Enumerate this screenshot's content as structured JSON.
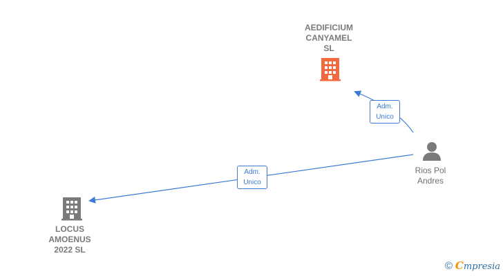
{
  "nodes": {
    "company_top": {
      "name": "AEDIFICIUM\nCANYAMEL\nSL",
      "icon": "building-icon",
      "color": "#f26a3d"
    },
    "company_left": {
      "name": "LOCUS\nAMOENUS\n2022  SL",
      "icon": "building-icon",
      "color": "#7a7a7a"
    },
    "person": {
      "name": "Rios Pol\nAndres",
      "icon": "person-icon",
      "color": "#7a7a7a"
    }
  },
  "relations": [
    {
      "label": "Adm.\nUnico"
    },
    {
      "label": "Adm.\nUnico"
    }
  ],
  "colors": {
    "edge": "#3a7bd5"
  },
  "brand": {
    "copyright": "©",
    "initial": "C",
    "rest": "mpresia"
  }
}
